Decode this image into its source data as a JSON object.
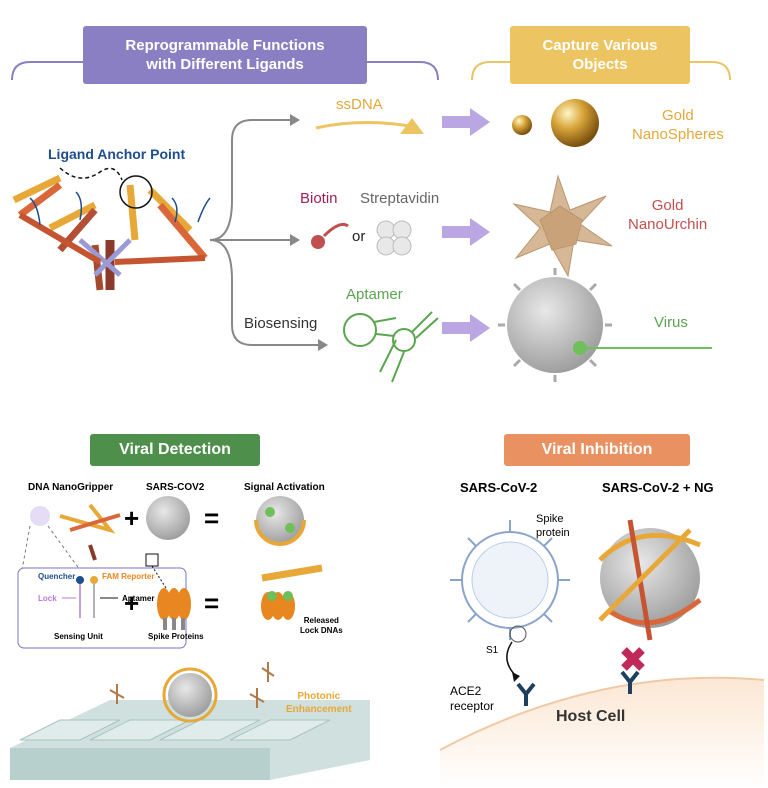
{
  "top": {
    "reprogrammable_banner": "Reprogrammable Functions\nwith Different Ligands",
    "capture_banner": "Capture Various\nObjects",
    "ligand_anchor_label": "Ligand Anchor Point",
    "ssdna_label": "ssDNA",
    "biotin_label": "Biotin",
    "or_label": "or",
    "streptavidin_label": "Streptavidin",
    "biosensing_label": "Biosensing",
    "aptamer_label": "Aptamer",
    "gold_nanospheres_label": "Gold\nNanoSpheres",
    "gold_nanourchin_label": "Gold\nNanoUrchin",
    "virus_label": "Virus"
  },
  "viral_detection": {
    "banner": "Viral Detection",
    "dna_nanogripper": "DNA NanoGripper",
    "sars_cov2": "SARS-COV2",
    "signal_activation": "Signal Activation",
    "quencher": "Quencher",
    "fam_reporter": "FAM Reporter",
    "lock": "Lock",
    "aptamer": "Aptamer",
    "sensing_unit": "Sensing Unit",
    "spike_proteins": "Spike Proteins",
    "released_lock_dnas": "Released\nLock DNAs",
    "photonic_enhancement": "Photonic\nEnhancement"
  },
  "viral_inhibition": {
    "banner": "Viral Inhibition",
    "sars_cov_2": "SARS-CoV-2",
    "sars_cov_2_ng": "SARS-CoV-2 + NG",
    "spike_protein": "Spike\nprotein",
    "s1": "S1",
    "ace2_receptor": "ACE2\nreceptor",
    "host_cell": "Host Cell"
  },
  "colors": {
    "purple": "#8b7fc4",
    "gold": "#ecc462",
    "green": "#4f8f4c",
    "orange": "#e99161",
    "gold_text": "#e2a93a",
    "red_text": "#c0504d",
    "green_text": "#5aa54f",
    "navy_text": "#1f4e8c"
  }
}
